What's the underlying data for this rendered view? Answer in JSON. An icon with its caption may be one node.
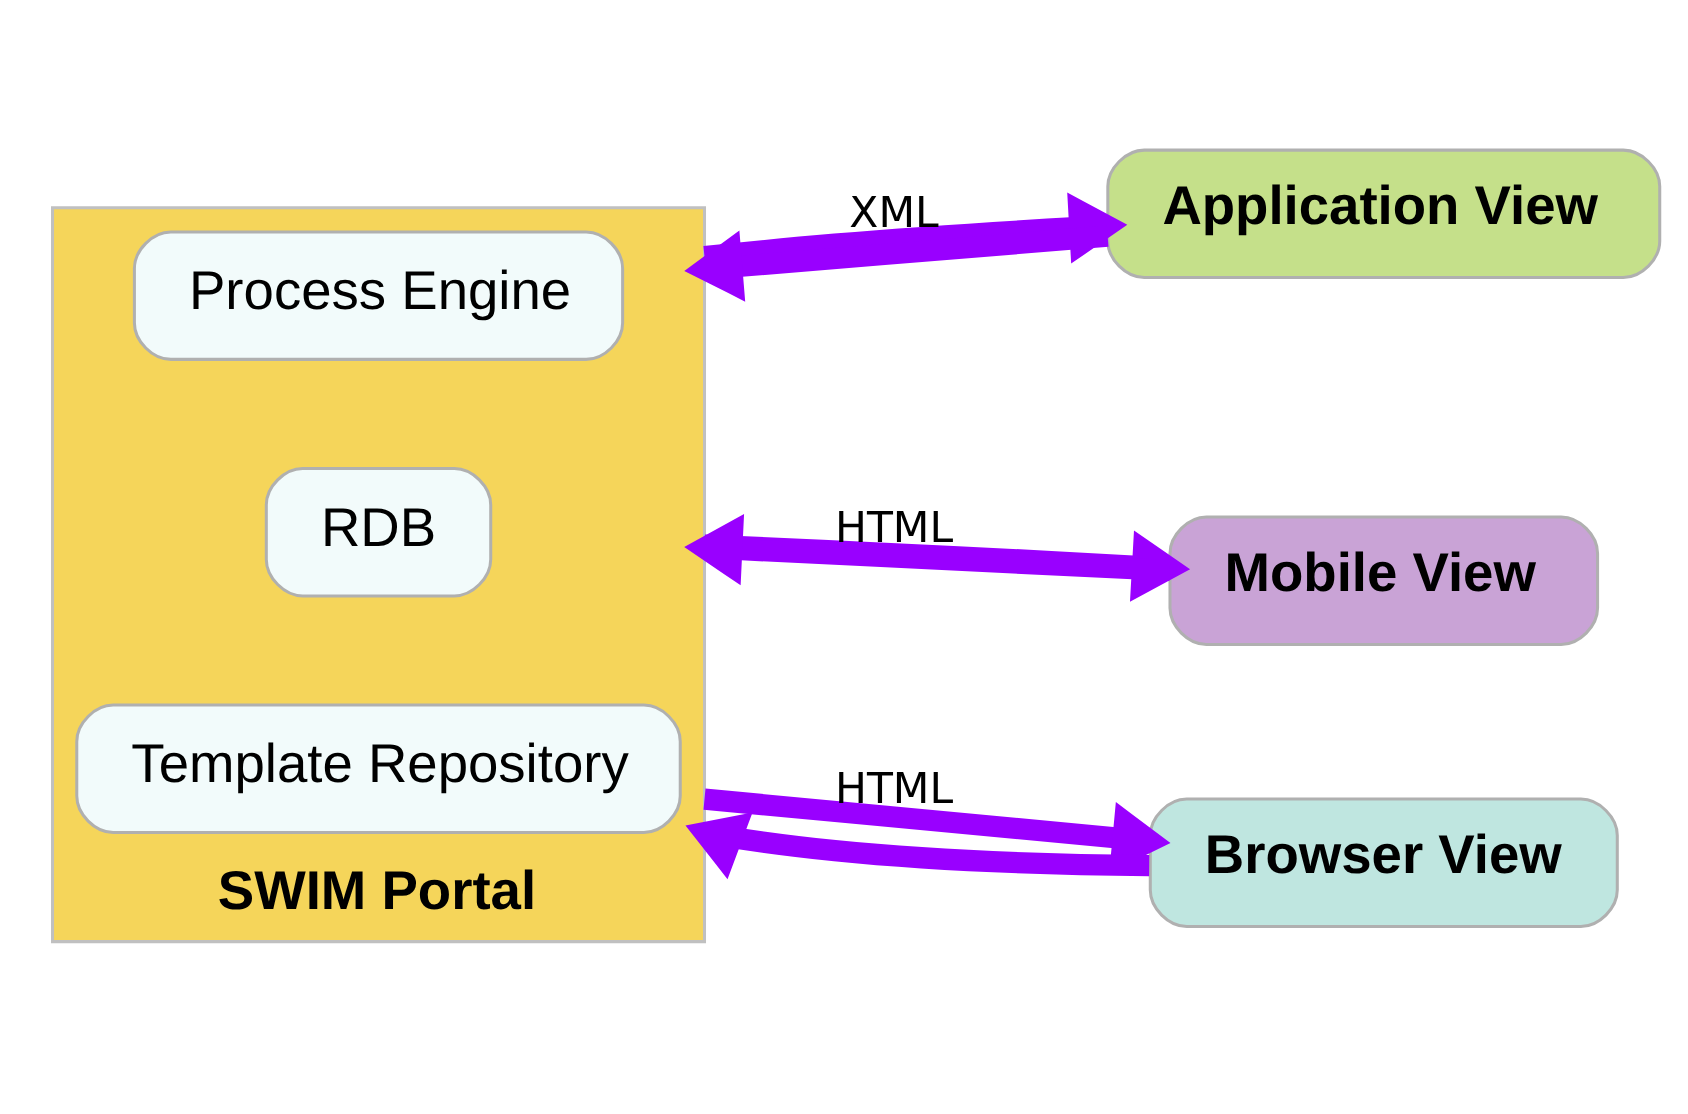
{
  "diagram": {
    "nodes": [
      {
        "text": [
          "SWIM Portal"
        ]
      },
      {
        "text": [
          "Process Engine"
        ],
        "in": 0
      },
      {
        "text": [
          "RDB"
        ],
        "in": 0
      },
      {
        "text": [
          "Template Repository"
        ],
        "in": 0
      },
      {
        "text": [
          "Application View"
        ]
      },
      {
        "text": [
          "Mobile View"
        ]
      },
      {
        "text": [
          "Browser View"
        ]
      }
    ],
    "edges": [
      {
        "from": 0,
        "to": 4,
        "arrow": "to",
        "label": "XML"
      },
      {
        "from": 4,
        "to": 0,
        "arrow": "to"
      },
      {
        "from": 0,
        "to": 5,
        "arrow": "to",
        "label": "HTML"
      },
      {
        "from": 5,
        "to": 0,
        "arrow": "to"
      },
      {
        "from": 0,
        "to": 6,
        "arrow": "to",
        "label": "HTML"
      },
      {
        "from": 6,
        "to": 0,
        "arrow": "to"
      }
    ]
  }
}
